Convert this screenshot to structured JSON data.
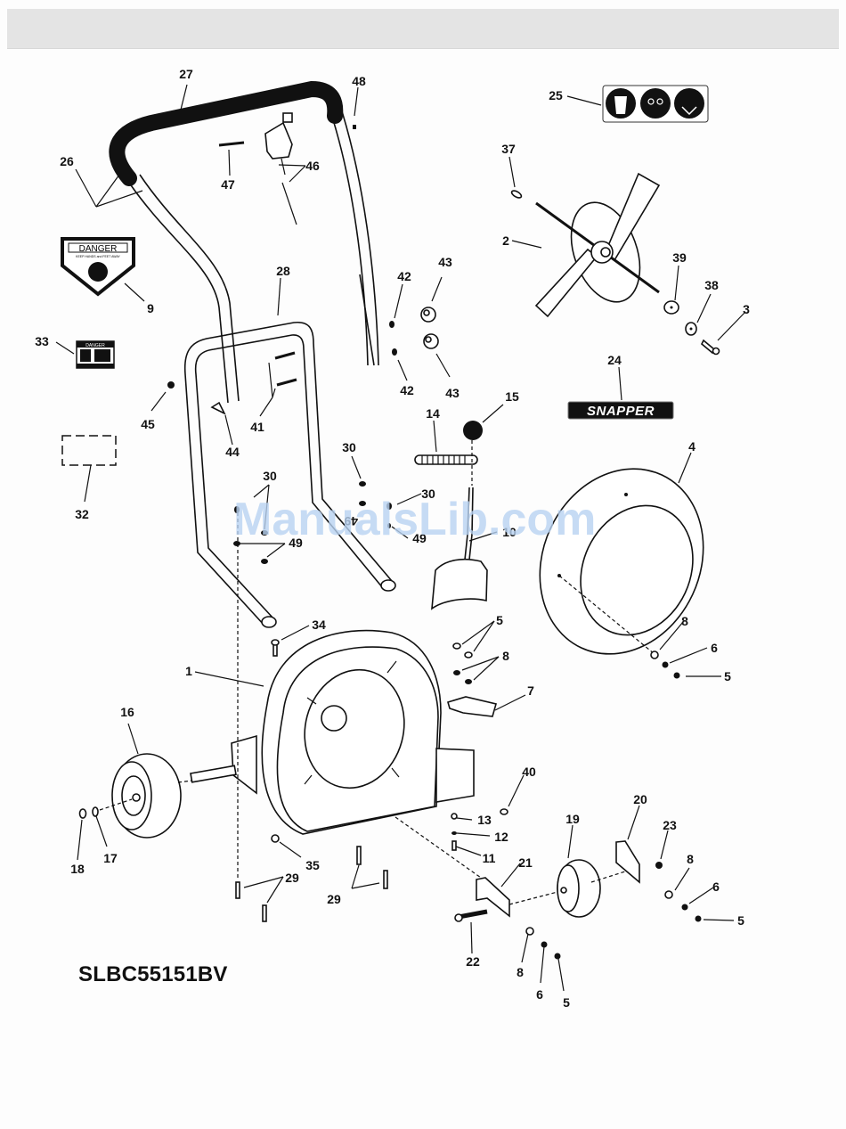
{
  "page": {
    "model_number": "SLBC55151BV",
    "watermark": "ManualsLib.com",
    "background": "#fdfdfd",
    "header_bar_color": "#e4e4e4",
    "watermark_color": "#b9d3f2"
  },
  "decals": {
    "danger_9": {
      "title": "DANGER",
      "subtitle": "KEEP HANDS and FEET AWAY",
      "icon": "hand-fan-hazard-icon"
    },
    "danger_33": {
      "title": "DANGER",
      "icons": [
        "thrown-object-icon",
        "keep-distance-icon"
      ]
    },
    "ppe_25": {
      "icons": [
        "ear-protection-icon",
        "eye-protection-icon",
        "dust-mask-icon"
      ]
    },
    "brand_24": {
      "text": "SNAPPER"
    }
  },
  "callouts": [
    {
      "id": "c27",
      "label": "27",
      "part": "handle grip"
    },
    {
      "id": "c48",
      "label": "48",
      "part": "small fastener"
    },
    {
      "id": "c26",
      "label": "26",
      "part": "upper handle"
    },
    {
      "id": "c47",
      "label": "47",
      "part": "bolt"
    },
    {
      "id": "c46",
      "label": "46",
      "part": "throttle control & cable"
    },
    {
      "id": "c25",
      "label": "25",
      "part": "PPE decal"
    },
    {
      "id": "c37",
      "label": "37",
      "part": "key"
    },
    {
      "id": "c2",
      "label": "2",
      "part": "impeller"
    },
    {
      "id": "c39",
      "label": "39",
      "part": "washer"
    },
    {
      "id": "c38",
      "label": "38",
      "part": "lock washer"
    },
    {
      "id": "c3",
      "label": "3",
      "part": "bolt"
    },
    {
      "id": "c9",
      "label": "9",
      "part": "danger decal"
    },
    {
      "id": "c28",
      "label": "28",
      "part": "lower handle"
    },
    {
      "id": "c42a",
      "label": "42",
      "part": "nut"
    },
    {
      "id": "c43a",
      "label": "43",
      "part": "knob"
    },
    {
      "id": "c42b",
      "label": "42",
      "part": "nut"
    },
    {
      "id": "c43b",
      "label": "43",
      "part": "knob"
    },
    {
      "id": "c33",
      "label": "33",
      "part": "danger decal"
    },
    {
      "id": "c45",
      "label": "45",
      "part": "plug"
    },
    {
      "id": "c41",
      "label": "41",
      "part": "carriage bolts"
    },
    {
      "id": "c44",
      "label": "44",
      "part": "cable clip"
    },
    {
      "id": "c24",
      "label": "24",
      "part": "Snapper decal"
    },
    {
      "id": "c14",
      "label": "14",
      "part": "spring"
    },
    {
      "id": "c15",
      "label": "15",
      "part": "knob"
    },
    {
      "id": "c32",
      "label": "32",
      "part": "serial decal"
    },
    {
      "id": "c30a",
      "label": "30",
      "part": "nut"
    },
    {
      "id": "c30b",
      "label": "30",
      "part": "nut"
    },
    {
      "id": "c30c",
      "label": "30",
      "part": "nut"
    },
    {
      "id": "c49a",
      "label": "49",
      "part": "washer"
    },
    {
      "id": "c49b",
      "label": "49",
      "part": "washer"
    },
    {
      "id": "c49c",
      "label": "49",
      "part": "washer"
    },
    {
      "id": "c10",
      "label": "10",
      "part": "deflector"
    },
    {
      "id": "c4",
      "label": "4",
      "part": "housing cover"
    },
    {
      "id": "c34",
      "label": "34",
      "part": "bolt"
    },
    {
      "id": "c5a",
      "label": "5",
      "part": "nut"
    },
    {
      "id": "c8a",
      "label": "8",
      "part": "washer"
    },
    {
      "id": "c8b",
      "label": "8",
      "part": "washer"
    },
    {
      "id": "c6a",
      "label": "6",
      "part": "lock washer"
    },
    {
      "id": "c5b",
      "label": "5",
      "part": "nut"
    },
    {
      "id": "c1",
      "label": "1",
      "part": "housing"
    },
    {
      "id": "c7",
      "label": "7",
      "part": "bracket"
    },
    {
      "id": "c16",
      "label": "16",
      "part": "rear wheel"
    },
    {
      "id": "c40",
      "label": "40",
      "part": "nut"
    },
    {
      "id": "c13",
      "label": "13",
      "part": "nut"
    },
    {
      "id": "c12",
      "label": "12",
      "part": "washer"
    },
    {
      "id": "c11",
      "label": "11",
      "part": "bolt"
    },
    {
      "id": "c20",
      "label": "20",
      "part": "caster bracket"
    },
    {
      "id": "c19",
      "label": "19",
      "part": "front wheel"
    },
    {
      "id": "c23",
      "label": "23",
      "part": "nut"
    },
    {
      "id": "c18",
      "label": "18",
      "part": "retainer"
    },
    {
      "id": "c17",
      "label": "17",
      "part": "washer"
    },
    {
      "id": "c35",
      "label": "35",
      "part": "nut"
    },
    {
      "id": "c29a",
      "label": "29",
      "part": "bolts"
    },
    {
      "id": "c29b",
      "label": "29",
      "part": "bolts"
    },
    {
      "id": "c21",
      "label": "21",
      "part": "caster bracket"
    },
    {
      "id": "c8c",
      "label": "8",
      "part": "washer"
    },
    {
      "id": "c6b",
      "label": "6",
      "part": "lock washer"
    },
    {
      "id": "c5c",
      "label": "5",
      "part": "nut"
    },
    {
      "id": "c22",
      "label": "22",
      "part": "axle bolt"
    },
    {
      "id": "c8d",
      "label": "8",
      "part": "washer"
    },
    {
      "id": "c6c",
      "label": "6",
      "part": "lock washer"
    },
    {
      "id": "c5d",
      "label": "5",
      "part": "nut"
    }
  ]
}
